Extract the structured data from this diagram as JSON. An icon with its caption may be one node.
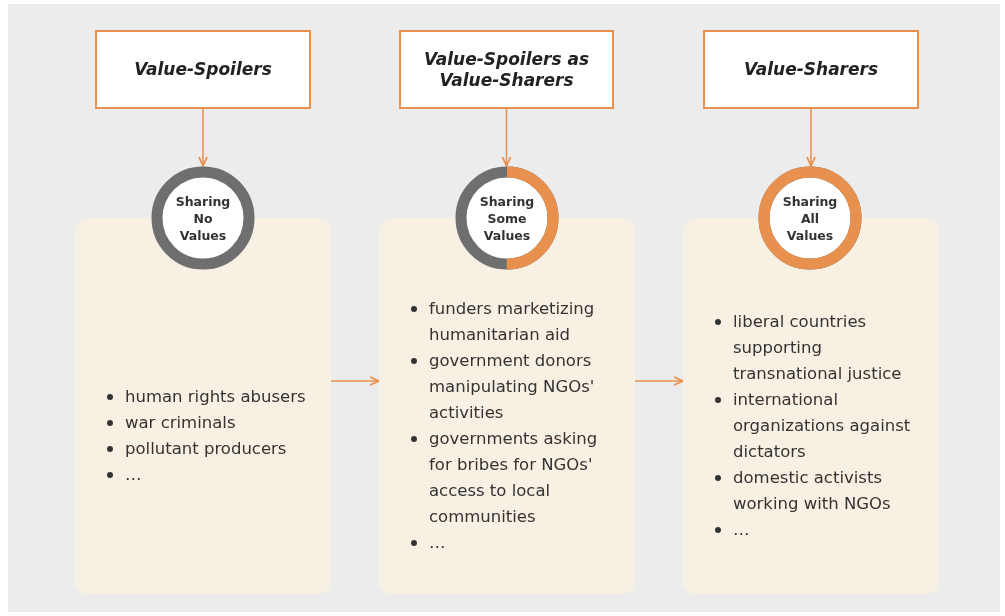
{
  "diagram": {
    "nodes": [
      {
        "text": [
          "Value-Spoilers"
        ]
      },
      {
        "text": [
          "Sharing No Values"
        ]
      },
      {
        "text": [
          "human rights abusers",
          "war criminals",
          "pollutant producers",
          "…"
        ]
      },
      {
        "text": [
          "Value-Spoilers as Value-Sharers"
        ]
      },
      {
        "text": [
          "Sharing Some Values"
        ]
      },
      {
        "text": [
          "funders marketizing humanitarian aid",
          "government donors manipulating NGOs' activities",
          "governments asking for bribes for NGOs' access to local communities",
          "…"
        ]
      },
      {
        "text": [
          "Value-Sharers"
        ]
      },
      {
        "text": [
          "Sharing All Values"
        ]
      },
      {
        "text": [
          "liberal countries supporting transnational justice",
          "international organizations against dictators",
          "domestic activists working with NGOs",
          "…"
        ]
      }
    ],
    "edges": [
      {
        "from": 0,
        "to": 1,
        "arrow": "to"
      },
      {
        "from": 3,
        "to": 4,
        "arrow": "to"
      },
      {
        "from": 6,
        "to": 7,
        "arrow": "to"
      },
      {
        "from": 2,
        "to": 5,
        "arrow": "to"
      },
      {
        "from": 5,
        "to": 8,
        "arrow": "to"
      }
    ]
  }
}
